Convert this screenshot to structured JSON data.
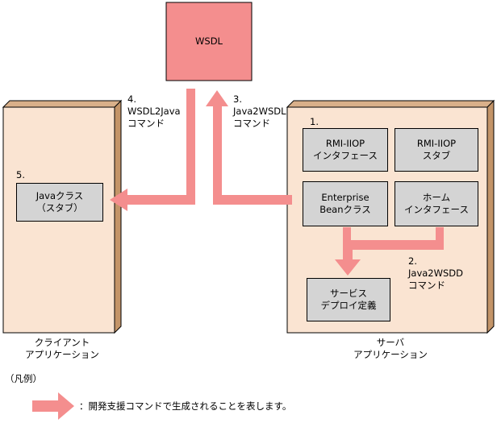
{
  "wsdl": {
    "label": "WSDL"
  },
  "client": {
    "step": "5.",
    "component": "Javaクラス\n（スタブ）",
    "caption": "クライアント\nアプリケーション"
  },
  "server": {
    "step1": "1.",
    "rmi_interface": "RMI-IIOP\nインタフェース",
    "rmi_stub": "RMI-IIOP\nスタブ",
    "enterprise_bean": "Enterprise\nBeanクラス",
    "home_interface": "ホーム\nインタフェース",
    "step2": "2.\nJava2WSDD\nコマンド",
    "deploy": "サービス\nデプロイ定義",
    "caption": "サーバ\nアプリケーション"
  },
  "arrows": {
    "wsdl2java": "4.\nWSDL2Java\nコマンド",
    "java2wsdl": "3.\nJava2WSDL\nコマンド"
  },
  "legend": {
    "title": "（凡例）",
    "description": "：開発支援コマンドで生成されることを表します。"
  },
  "colors": {
    "arrow": "#f48e8e",
    "wsdl_fill": "#f48e8e",
    "app_fill": "#fae4d2",
    "app_side": "#c39468",
    "box_fill": "#d4d4d4"
  }
}
